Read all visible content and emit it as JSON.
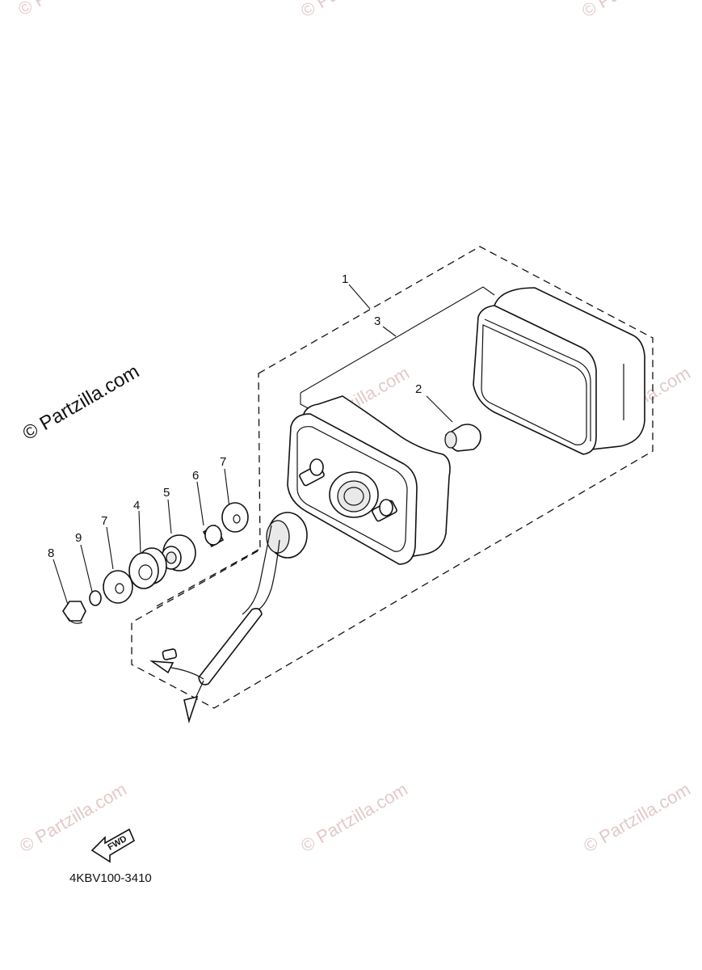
{
  "watermark": {
    "main_text": "© Partzilla.com",
    "faded_text": "© Partzilla.com"
  },
  "callouts": [
    "1",
    "2",
    "3",
    "4",
    "5",
    "6",
    "7",
    "7",
    "8",
    "9"
  ],
  "fwd_badge": {
    "label": "FWD"
  },
  "diagram_code": "4KBV100-3410",
  "colors": {
    "line": "#111111",
    "watermark": "#e3c9c9",
    "background": "#ffffff"
  }
}
